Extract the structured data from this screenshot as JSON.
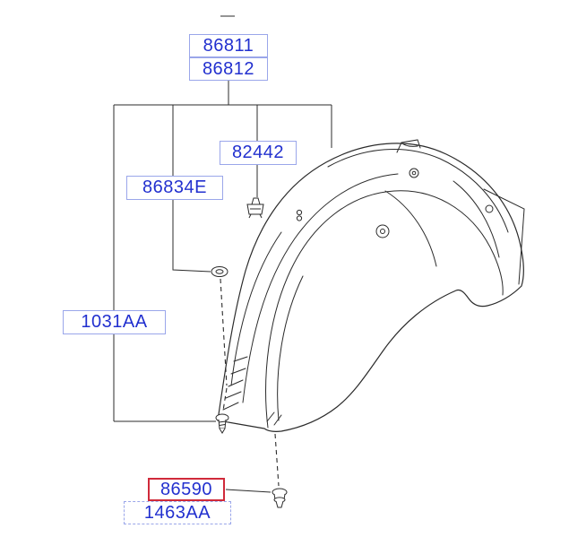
{
  "labels": {
    "p86811": "86811",
    "p86812": "86812",
    "p82442": "82442",
    "p86834e": "86834E",
    "p1031aa": "1031AA",
    "p86590": "86590",
    "p1463aa": "1463AA"
  },
  "colors": {
    "label_text": "#2230cf",
    "label_border": "#9aa6ea",
    "highlight_border": "#d02a3a",
    "line": "#2b2b2b"
  },
  "icons": [
    "fender-liner-drawing",
    "grommet-icon",
    "clip-icon",
    "screw-icon",
    "push-pin-icon"
  ]
}
